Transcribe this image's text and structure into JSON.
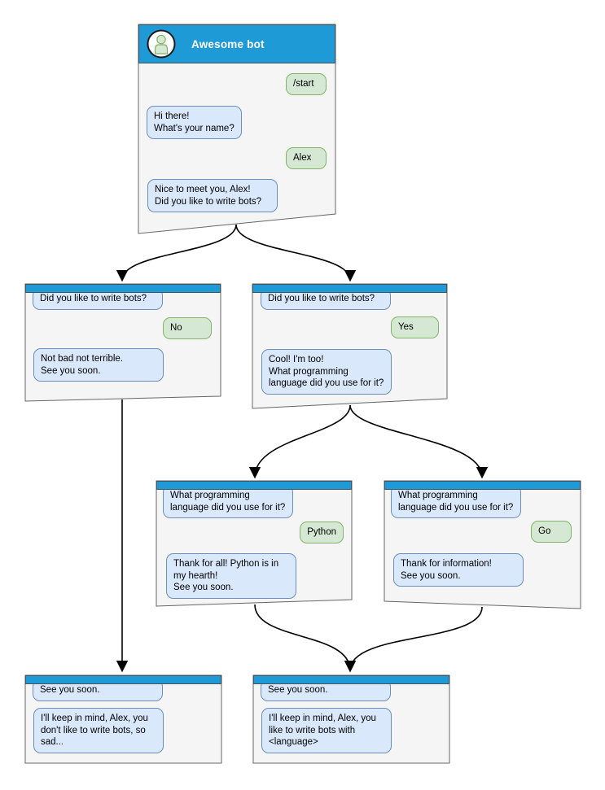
{
  "colors": {
    "header_blue": "#1e9ad6",
    "window_fill": "#f5f5f5",
    "window_border": "#666666",
    "bot_bubble_fill": "#dae8fc",
    "bot_bubble_border": "#6c8ebf",
    "user_bubble_fill": "#d5e8d4",
    "user_bubble_border": "#82b366",
    "arrow_color": "#000000",
    "title_text": "#ffffff",
    "avatar_fill": "#d5e8d4",
    "avatar_border": "#82b366"
  },
  "windows": {
    "main": {
      "title": "Awesome bot",
      "messages": {
        "start": "/start",
        "greeting": "Hi there!\nWhat's your name?",
        "name": "Alex",
        "nice": "Nice to meet you, Alex!\nDid you like to write bots?"
      }
    },
    "no_branch": {
      "question": "Did you like to write bots?",
      "answer": "No",
      "reply": "Not bad not terrible.\nSee you soon."
    },
    "yes_branch": {
      "question": "Did you like to write bots?",
      "answer": "Yes",
      "reply": "Cool! I'm too!\nWhat programming\nlanguage did you use for it?"
    },
    "python_branch": {
      "question": "What programming\nlanguage did you use for it?",
      "answer": "Python",
      "reply": "Thank for all! Python is in\nmy hearth!\nSee you soon."
    },
    "go_branch": {
      "question": "What programming\nlanguage did you use for it?",
      "answer": "Go",
      "reply": "Thank for information!\nSee you soon."
    },
    "final_no": {
      "question": "See you soon.",
      "reply": "I'll keep in mind, Alex, you\ndon't like to write bots, so\nsad..."
    },
    "final_yes": {
      "question": "See you soon.",
      "reply": "I'll keep in mind, Alex, you\nlike to write bots with\n<language>"
    }
  }
}
